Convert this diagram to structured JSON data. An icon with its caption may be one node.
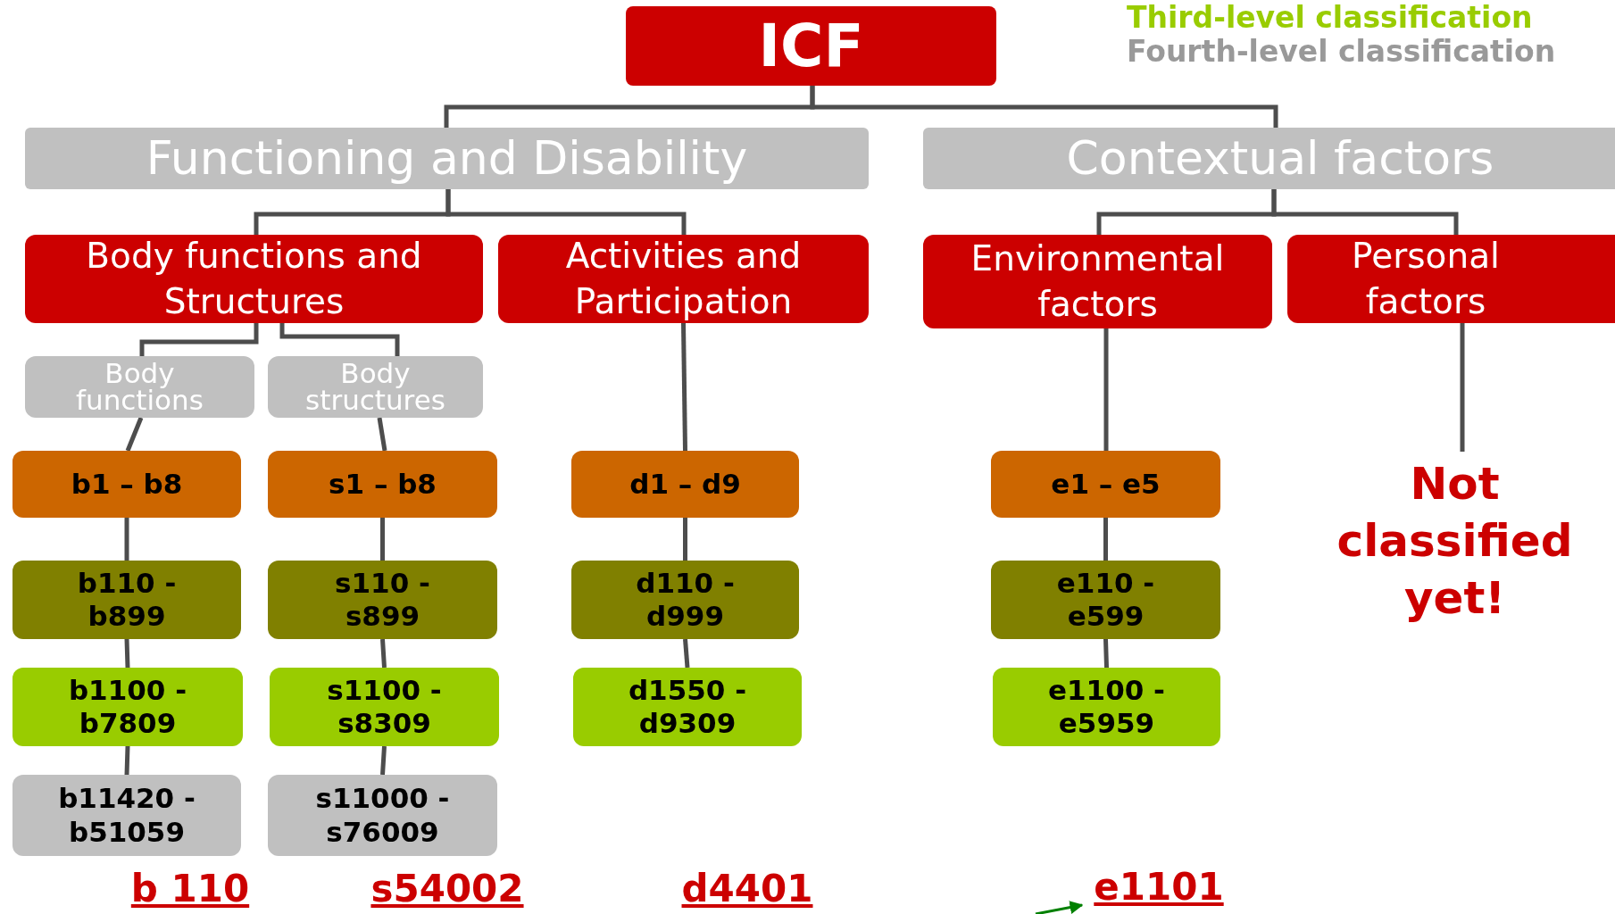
{
  "diagram": {
    "nodes": [
      {
        "text": [
          "ICF"
        ]
      },
      {
        "text": [
          "Functioning and Disability"
        ]
      },
      {
        "text": [
          "Contextual factors"
        ]
      },
      {
        "text": [
          "Body functions and Structures"
        ]
      },
      {
        "text": [
          "Activities and Participation"
        ]
      },
      {
        "text": [
          "Environmental factors"
        ]
      },
      {
        "text": [
          "Personal factors"
        ]
      },
      {
        "text": [
          "Body functions"
        ]
      },
      {
        "text": [
          "Body structures"
        ]
      },
      {
        "text": [
          "b1 – b8"
        ]
      },
      {
        "text": [
          "s1 – b8"
        ]
      },
      {
        "text": [
          "d1 – d9"
        ]
      },
      {
        "text": [
          "e1 – e5"
        ]
      },
      {
        "text": [
          "b110 - b899"
        ]
      },
      {
        "text": [
          "s110 - s899"
        ]
      },
      {
        "text": [
          "d110 - d999"
        ]
      },
      {
        "text": [
          "e110 - e599"
        ]
      },
      {
        "text": [
          "b1100 - b7809"
        ]
      },
      {
        "text": [
          "s1100 - s8309"
        ]
      },
      {
        "text": [
          "d1550 - d9309"
        ]
      },
      {
        "text": [
          "e1100 - e5959"
        ]
      },
      {
        "text": [
          "b11420 - b51059"
        ]
      },
      {
        "text": [
          "s11000 - s76009"
        ]
      },
      {
        "text": [
          "Not classified yet!"
        ]
      },
      {
        "text": [
          "b 110"
        ]
      },
      {
        "text": [
          "s54002"
        ]
      },
      {
        "text": [
          "d4401"
        ]
      },
      {
        "text": [
          "e1101"
        ]
      }
    ],
    "edges": [
      {
        "from": 0,
        "to": 1,
        "arrow": "none"
      },
      {
        "from": 0,
        "to": 2,
        "arrow": "none"
      },
      {
        "from": 1,
        "to": 3,
        "arrow": "none"
      },
      {
        "from": 1,
        "to": 4,
        "arrow": "none"
      },
      {
        "from": 2,
        "to": 5,
        "arrow": "none"
      },
      {
        "from": 2,
        "to": 6,
        "arrow": "none"
      },
      {
        "from": 3,
        "to": 7,
        "arrow": "none"
      },
      {
        "from": 3,
        "to": 8,
        "arrow": "none"
      },
      {
        "from": 7,
        "to": 9,
        "arrow": "none"
      },
      {
        "from": 8,
        "to": 10,
        "arrow": "none"
      },
      {
        "from": 4,
        "to": 11,
        "arrow": "none"
      },
      {
        "from": 5,
        "to": 12,
        "arrow": "none"
      },
      {
        "from": 6,
        "to": 23,
        "arrow": "none"
      },
      {
        "from": 9,
        "to": 13,
        "arrow": "none"
      },
      {
        "from": 10,
        "to": 14,
        "arrow": "none"
      },
      {
        "from": 11,
        "to": 15,
        "arrow": "none"
      },
      {
        "from": 12,
        "to": 16,
        "arrow": "none"
      },
      {
        "from": 13,
        "to": 17,
        "arrow": "none"
      },
      {
        "from": 14,
        "to": 18,
        "arrow": "none"
      },
      {
        "from": 15,
        "to": 19,
        "arrow": "none"
      },
      {
        "from": 16,
        "to": 20,
        "arrow": "none"
      },
      {
        "from": 17,
        "to": 21,
        "arrow": "none"
      },
      {
        "from": 18,
        "to": 22,
        "arrow": "none"
      },
      {
        "from": null,
        "to": 27,
        "arrow": "to",
        "color": "#008000"
      }
    ],
    "legend": [
      {
        "text": "Third-level classification",
        "color": "#99cc00"
      },
      {
        "text": "Fourth-level classification",
        "color": "#999999"
      }
    ]
  }
}
